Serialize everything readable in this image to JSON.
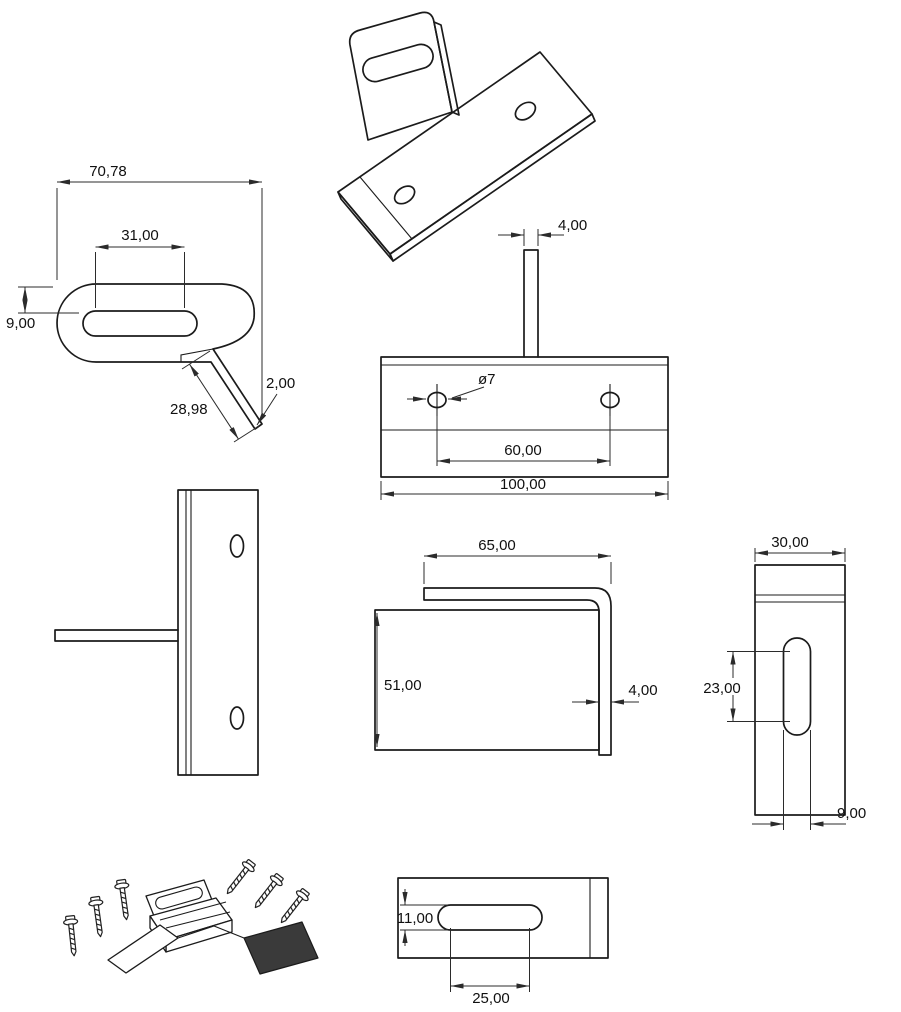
{
  "colors": {
    "line": "#1b1b1b",
    "background": "#ffffff",
    "dark_fill": "#3a3a3a"
  },
  "drawing": {
    "views": {
      "side_profile": {
        "overall_width": "70,78",
        "slot_length": "31,00",
        "edge_offset": "9,00",
        "flange_length": "28,98",
        "thickness": "2,00"
      },
      "front": {
        "tab_thickness": "4,00",
        "hole_diameter": "ø7",
        "hole_spacing": "60,00",
        "overall_width": "100,00"
      },
      "l_profile": {
        "flange_length": "65,00",
        "height": "51,00",
        "thickness": "4,00"
      },
      "tab_face": {
        "width": "30,00",
        "slot_length": "23,00",
        "slot_width": "9,00"
      },
      "base_plan": {
        "slot_width": "11,00",
        "slot_spacing": "25,00"
      }
    }
  }
}
